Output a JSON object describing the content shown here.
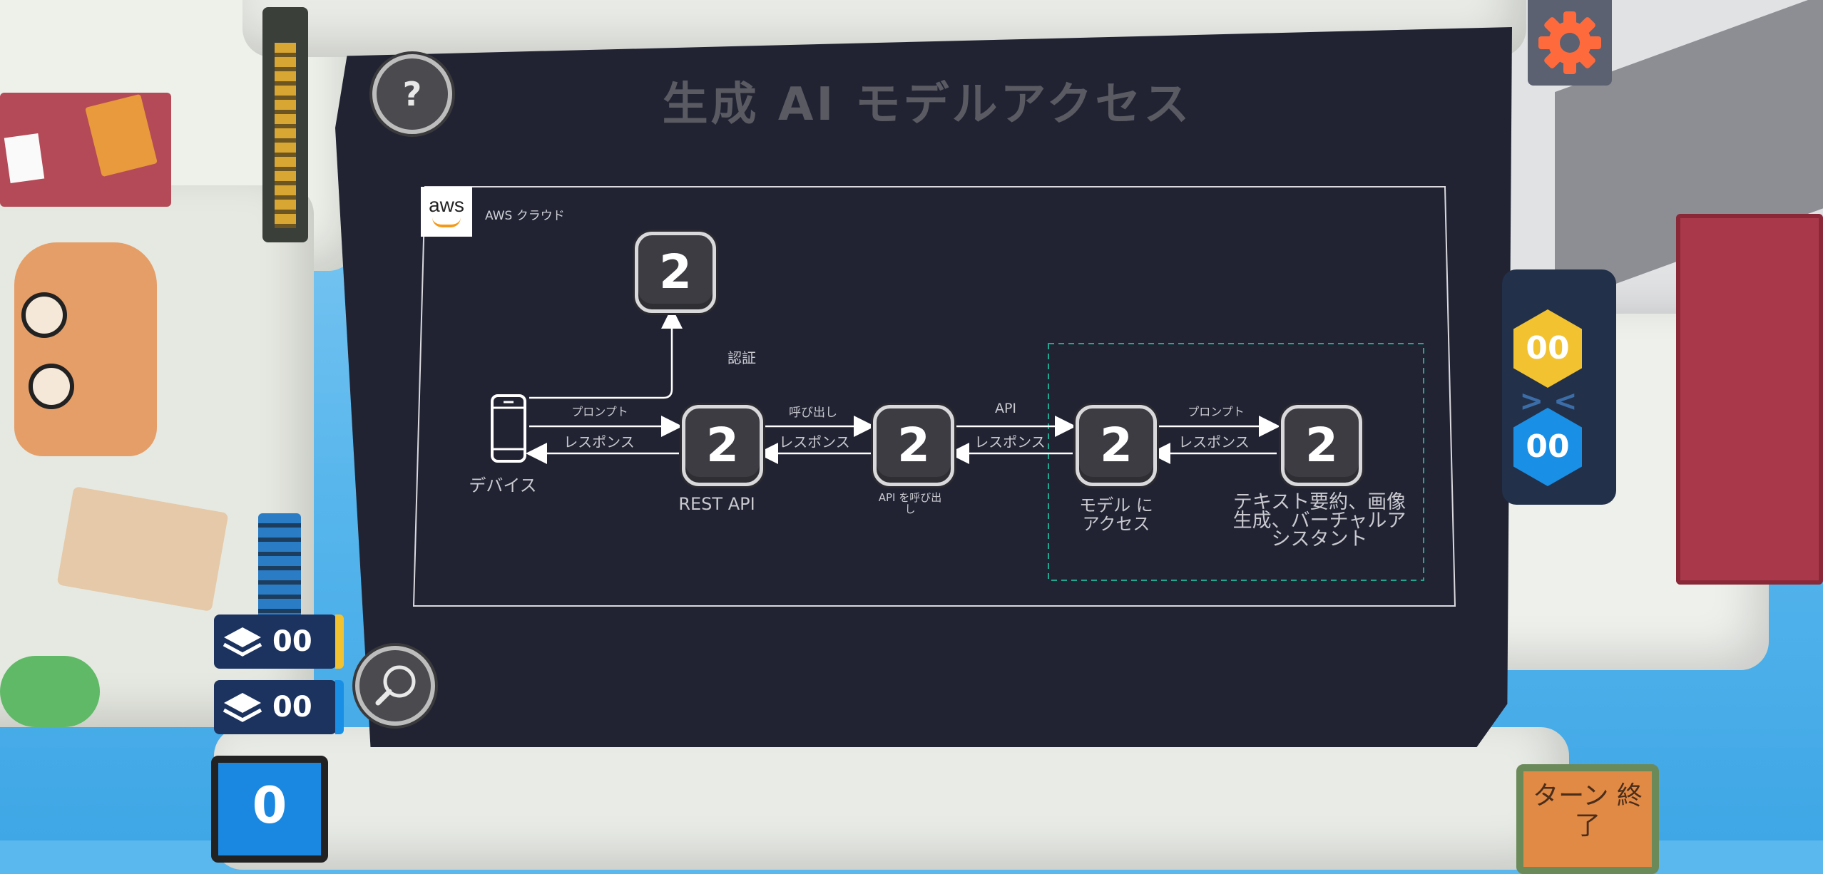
{
  "title": "生成 AI モデルアクセス",
  "cloud_label": "AWS クラウド",
  "aws_logo_text": "aws",
  "nodes": {
    "auth_value": "2",
    "rest_value": "2",
    "lambda_value": "2",
    "model_value": "2",
    "result_value": "2"
  },
  "labels": {
    "auth": "認証",
    "device": "デバイス",
    "rest_api": "REST API",
    "call_api": "API を呼び出し",
    "model_access": "モデル に アクセス",
    "result": "テキスト要約、画像生成、バーチャルアシスタント"
  },
  "edges": {
    "device_prompt": "プロンプト",
    "device_response": "レスポンス",
    "rest_call": "呼び出し",
    "rest_response": "レスポンス",
    "api": "API",
    "api_response": "レスポンス",
    "model_prompt": "プロンプト",
    "model_response": "レスポンス"
  },
  "hud": {
    "help_icon": "?",
    "deck_top": "00",
    "deck_bottom": "00",
    "score_yellow": "00",
    "score_blue": "00",
    "vs": "> <",
    "hp": "0",
    "turn_end": "ターン 終了"
  },
  "colors": {
    "board": "#212333",
    "accent_gear": "#ff6a3d",
    "score_yellow": "#f2c230",
    "score_blue": "#1a8fe6",
    "dashed_box": "#1fa88f"
  }
}
